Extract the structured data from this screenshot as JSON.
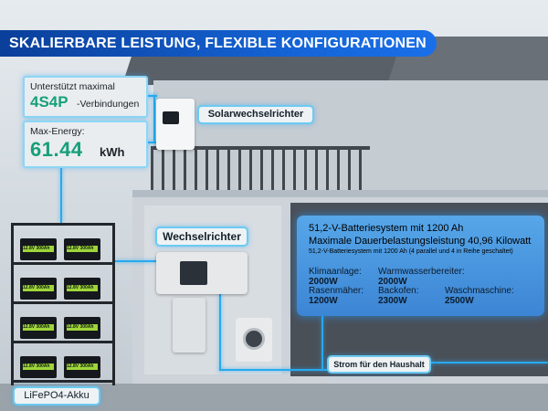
{
  "header": {
    "title": "SKALIERBARE LEISTUNG, FLEXIBLE KONFIGURATIONEN"
  },
  "info_connections": {
    "prefix": "Unterstützt maximal",
    "value": "4S4P",
    "suffix": "-Verbindungen"
  },
  "info_energy": {
    "label": "Max-Energy:",
    "value": "61.44",
    "unit": "kWh"
  },
  "labels": {
    "solar_inverter": "Solarwechselrichter",
    "inverter": "Wechselrichter",
    "household_power": "Strom für den Haushalt",
    "battery": "LiFePO4-Akku"
  },
  "battery_label": "12.8V 300Ah",
  "panel": {
    "line1": "51,2-V-Batteriesystem mit 1200 Ah",
    "line2": "Maximale Dauerbelastungsleistung 40,96 Kilowatt",
    "line3": "51,2-V-Batteriesystem mit 1200 Ah (4 parallel und 4 in Reihe geschaltet)",
    "appliances": [
      {
        "name": "Klimaanlage:",
        "value": "2000W"
      },
      {
        "name": "Warmwasserbereiter:",
        "value": "2000W"
      },
      {
        "name": "Rasenmäher:",
        "value": "1200W"
      },
      {
        "name": "Backofen:",
        "value": "2300W"
      },
      {
        "name": "Waschmaschine:",
        "value": "2500W"
      }
    ]
  },
  "colors": {
    "header": "#1565d8",
    "accent_line": "#27a9ee",
    "value_green": "#16a07a",
    "battery_label": "#9fd63b"
  }
}
